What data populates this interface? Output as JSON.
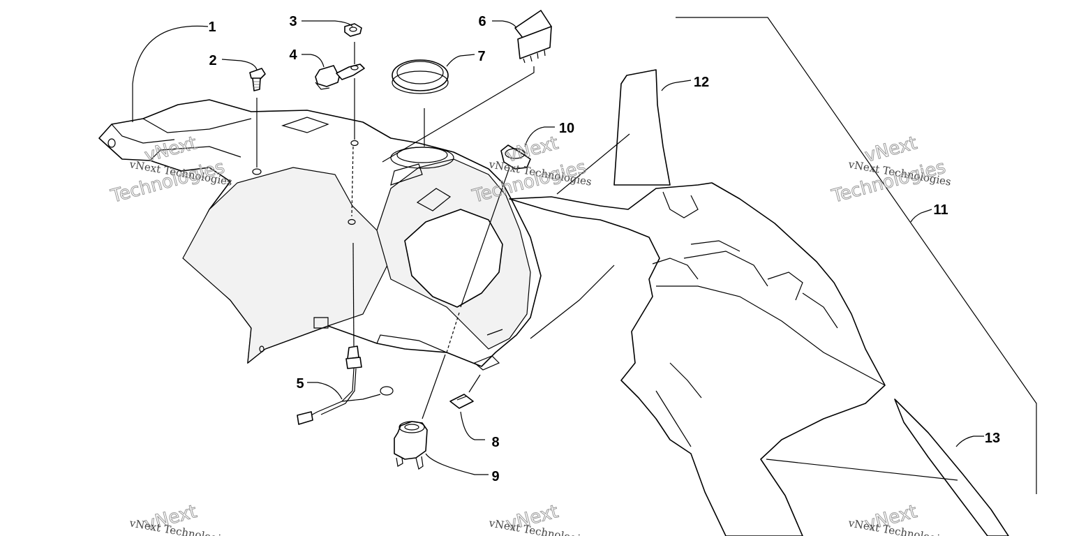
{
  "callouts": [
    {
      "label": "1"
    },
    {
      "label": "2"
    },
    {
      "label": "3"
    },
    {
      "label": "4"
    },
    {
      "label": "5"
    },
    {
      "label": "6"
    },
    {
      "label": "7"
    },
    {
      "label": "8"
    },
    {
      "label": "9"
    },
    {
      "label": "10"
    },
    {
      "label": "11"
    },
    {
      "label": "12"
    },
    {
      "label": "13"
    }
  ],
  "watermark": {
    "line1": "vNext Technologies",
    "big1": "vNext",
    "big2": "Technologies"
  }
}
